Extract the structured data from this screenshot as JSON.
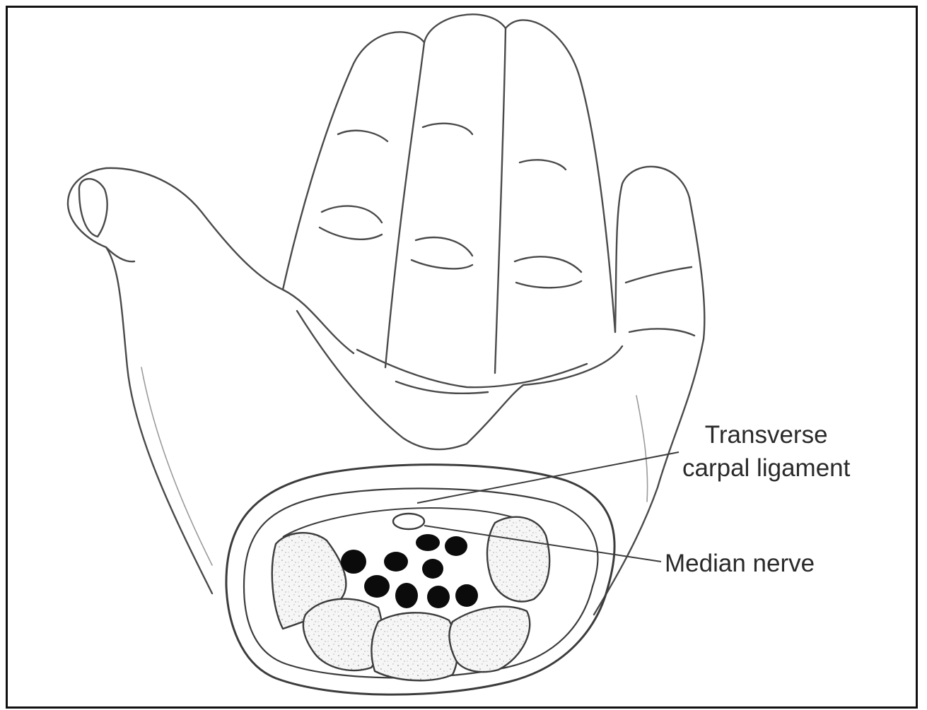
{
  "labels": {
    "transverse_carpal_ligament": [
      "Transverse",
      "carpal ligament"
    ],
    "median_nerve": "Median nerve"
  },
  "colors": {
    "line": "#4a4a4a",
    "tendon": "#0b0b0b",
    "bone_fill": "#f4f4f4",
    "frame": "#111111"
  }
}
